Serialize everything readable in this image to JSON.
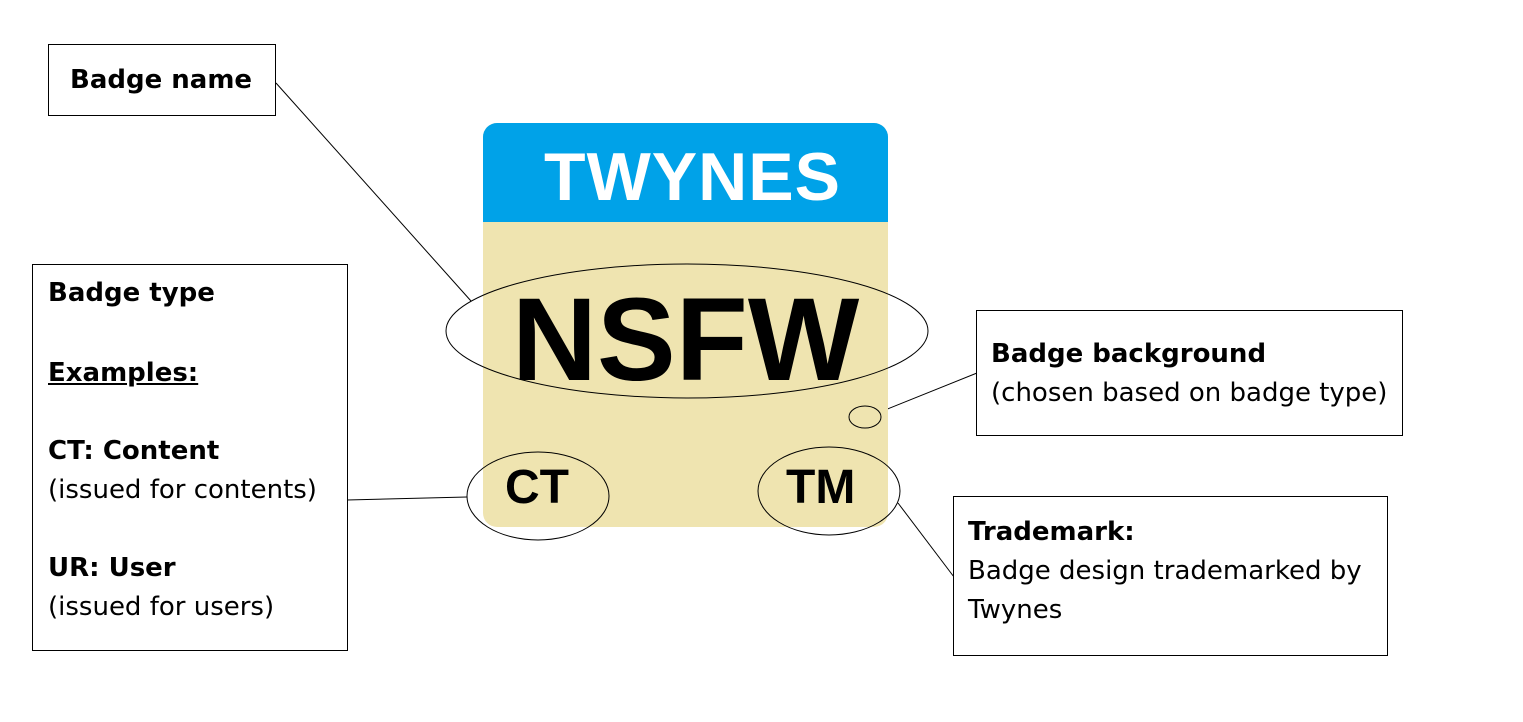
{
  "badge": {
    "header": "TWYNES",
    "name": "NSFW",
    "type_code": "CT",
    "trademark": "TM",
    "colors": {
      "header": "#00a2e8",
      "background": "#efe4b0"
    }
  },
  "callouts": {
    "name": {
      "title": "Badge name"
    },
    "type": {
      "title": "Badge type",
      "examples_label": "Examples:",
      "ct_title": "CT: Content",
      "ct_desc": "(issued for contents)",
      "ur_title": "UR: User",
      "ur_desc": "(issued for users)"
    },
    "background": {
      "title": "Badge background",
      "desc": "(chosen based on badge type)"
    },
    "trademark": {
      "title": "Trademark:",
      "line1": "Badge design trademarked by",
      "line2": "Twynes"
    }
  }
}
